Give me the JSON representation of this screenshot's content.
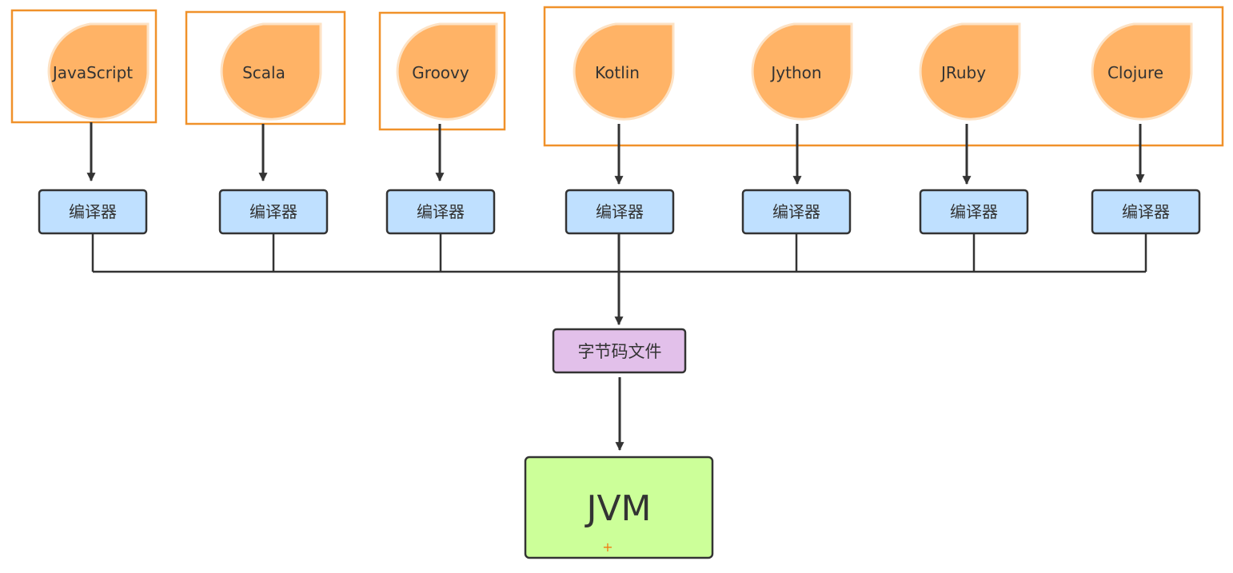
{
  "languages": [
    {
      "id": "javascript",
      "label": "JavaScript"
    },
    {
      "id": "scala",
      "label": "Scala"
    },
    {
      "id": "groovy",
      "label": "Groovy"
    },
    {
      "id": "kotlin",
      "label": "Kotlin"
    },
    {
      "id": "jython",
      "label": "Jython"
    },
    {
      "id": "jruby",
      "label": "JRuby"
    },
    {
      "id": "clojure",
      "label": "Clojure"
    }
  ],
  "compiler_label": "编译器",
  "bytecode_label": "字节码文件",
  "jvm_label": "JVM",
  "jvm_marker": "+",
  "colors": {
    "language_fill": "#ffb366",
    "language_stroke": "#fde2c4",
    "group_border": "#f0912a",
    "compiler_fill": "#bfe0ff",
    "bytecode_fill": "#e2c0ea",
    "jvm_fill": "#ccff99",
    "box_stroke": "#333333",
    "line": "#333333"
  }
}
